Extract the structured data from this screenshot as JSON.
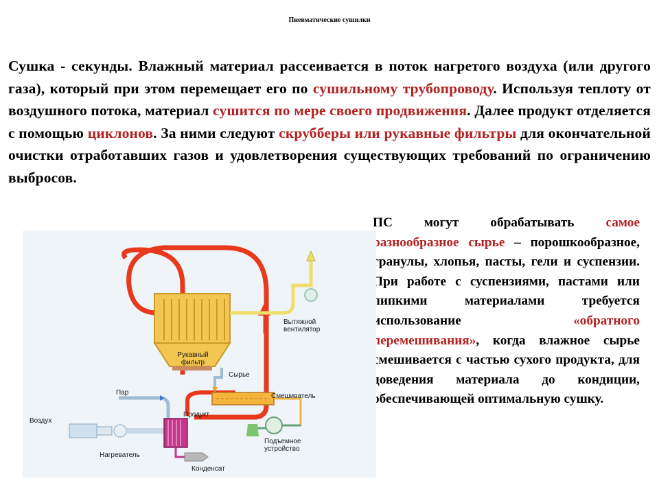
{
  "slide": {
    "title": "Пневматические сушилки"
  },
  "main_text": {
    "p1": "Сушка - секунды. Влажный материал рассеивается в поток нагретого воздуха (или другого газа), который при этом перемещает его по ",
    "r1": "сушильному трубопроводу",
    "p2": ". Используя теплоту от воздушного потока, материал ",
    "r2": "сушится по мере своего продвижения",
    "p3": ". Далее продукт отделяется с помощью ",
    "r3": "циклонов",
    "p4": ". За ними следуют ",
    "r4": "скрубберы или рукавные фильтры",
    "p5": " для окончательной очистки отработавших газов и удовлетворения существующих требований по ограничению выбросов."
  },
  "side_text": {
    "p1": "ПС могут обрабатывать ",
    "r1": "самое разнообразное сырье",
    "p2": " – порошкообразное, гранулы, хлопья, пасты, гели и суспензии. При работе с суспензиями, пастами или липкими материалами требуется использование ",
    "r2": "«обратного перемешивания»",
    "p3": ", когда влажное сырье смешивается с частью сухого продукта, для доведения материала до кондиции, обеспечивающей оптимальную сушку."
  },
  "diagram": {
    "labels": {
      "fan": [
        "Вытяжной",
        "вентилятор"
      ],
      "bag_filter": [
        "Рукавный",
        "фильтр"
      ],
      "raw": "Сырье",
      "steam": "Пар",
      "mixer": "Смешиватель",
      "air": "Воздух",
      "product": "Продукт",
      "heater": "Нагреватель",
      "lifting": [
        "Подъемное",
        "устройство"
      ],
      "condensate": "Конденсат"
    },
    "colors": {
      "duct": "#e8391d",
      "filter": "#f2c650",
      "exhaust_pipe": "#eede6a",
      "mixer": "#f5b43c",
      "heater": "#c8358c",
      "steam_pipe": "#9fbcd2",
      "fan": "#b7ddd0",
      "background": "#eef4f8"
    }
  }
}
